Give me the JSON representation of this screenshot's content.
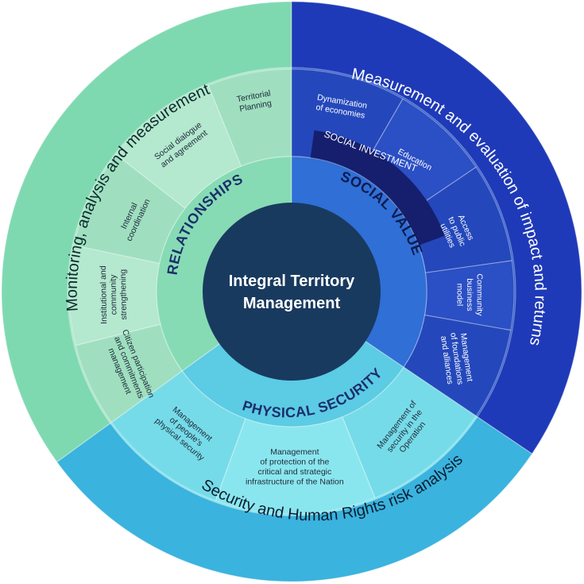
{
  "center": {
    "title_line1": "Integral Territory",
    "title_line2": "Management"
  },
  "outer_ring": {
    "left": "Monitoring, analysis and measurement",
    "right": "Measurement and evaluation of impact and returns",
    "bottom": "Security and Human Rights risk analysis"
  },
  "pillars": {
    "relationships": "RELATIONSHIPS",
    "social_value": "SOCIAL VALUE",
    "physical_security": "PHYSICAL SECURITY"
  },
  "social_investment_band": "SOCIAL INVESTMENT",
  "relationships_segments": [
    {
      "id": "territorial-planning",
      "lines": [
        "Territorial",
        "Planning"
      ]
    },
    {
      "id": "social-dialogue",
      "lines": [
        "Social dialogue",
        "and agreement"
      ]
    },
    {
      "id": "internal-coordination",
      "lines": [
        "Internal",
        "coordination"
      ]
    },
    {
      "id": "institutional-strengthening",
      "lines": [
        "Institutional and",
        "community",
        "strengthening"
      ]
    },
    {
      "id": "citizen-participation",
      "lines": [
        "Citizen participation",
        "and commitments",
        "management"
      ]
    }
  ],
  "social_value_segments": [
    {
      "id": "dynamization",
      "lines": [
        "Dynamization",
        "of economies"
      ]
    },
    {
      "id": "education",
      "lines": [
        "Education"
      ]
    },
    {
      "id": "access-utilities",
      "lines": [
        "Access",
        "to public",
        "utilities"
      ]
    },
    {
      "id": "community-business",
      "lines": [
        "Community",
        "business",
        "model"
      ]
    },
    {
      "id": "foundations",
      "lines": [
        "Management",
        "of foundations",
        "and alliances"
      ]
    }
  ],
  "physical_security_segments": [
    {
      "id": "security-operation",
      "lines": [
        "Management of",
        "security in the",
        "Operation"
      ]
    },
    {
      "id": "infrastructure",
      "lines": [
        "Management",
        "of protection of the",
        "critical and strategic",
        "infrastructure of the Nation"
      ]
    },
    {
      "id": "people-security",
      "lines": [
        "Management",
        "of people's",
        "physical security"
      ]
    }
  ],
  "colors": {
    "relationships_outer": "#7fd9b0",
    "relationships_mid": "#a8e3c8",
    "relationships_inner": "#86dbb4",
    "social_outer": "#1f3ab8",
    "social_mid": "#2a56c9",
    "social_inner": "#2f6fd6",
    "social_investment": "#151f6e",
    "security_outer": "#3ab3de",
    "security_mid": "#7fe0ea",
    "security_inner": "#5ccbe4",
    "center": "#193a5f",
    "relationships_title": "#1b2f6b",
    "social_title": "#0e1a4f",
    "security_title": "#1b2f6b"
  }
}
